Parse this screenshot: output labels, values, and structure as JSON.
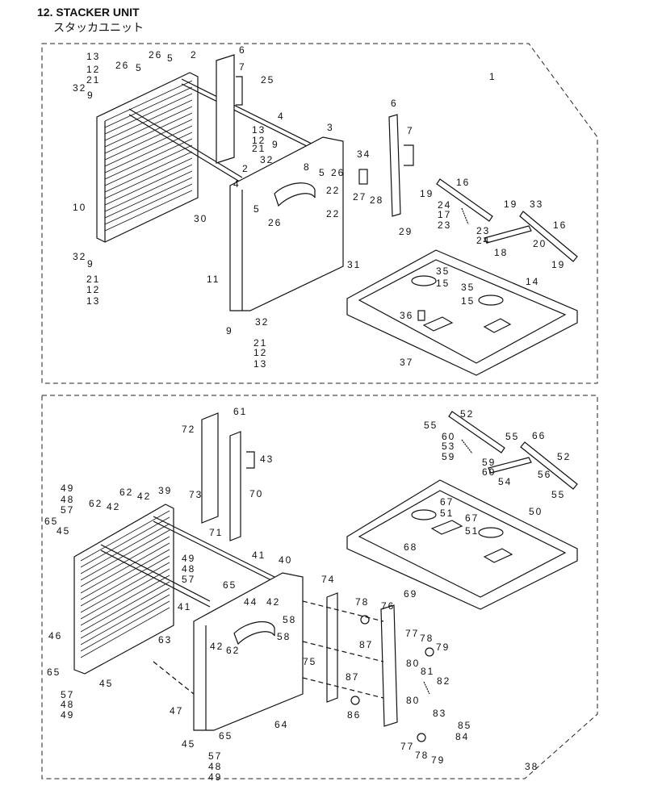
{
  "header": {
    "title": "12. STACKER UNIT",
    "subtitle": "スタッカユニット"
  },
  "top_group": {
    "group_callout": "1",
    "callouts": [
      "13",
      "12",
      "21",
      "32",
      "9",
      "26",
      "5",
      "26",
      "5",
      "2",
      "6",
      "7",
      "25",
      "4",
      "3",
      "13",
      "12",
      "21",
      "9",
      "32",
      "2",
      "8",
      "5",
      "26",
      "4",
      "22",
      "22",
      "5",
      "26",
      "10",
      "30",
      "11",
      "6",
      "7",
      "34",
      "27",
      "28",
      "29",
      "16",
      "19",
      "24",
      "17",
      "23",
      "23",
      "24",
      "18",
      "19",
      "33",
      "20",
      "16",
      "19",
      "31",
      "35",
      "15",
      "35",
      "15",
      "14",
      "36",
      "37",
      "32",
      "9",
      "21",
      "12",
      "13",
      "9",
      "32",
      "21",
      "12",
      "13"
    ]
  },
  "bottom_group": {
    "group_callout": "38",
    "callouts": [
      "61",
      "72",
      "43",
      "70",
      "73",
      "71",
      "49",
      "48",
      "57",
      "65",
      "45",
      "62",
      "42",
      "62",
      "42",
      "39",
      "41",
      "40",
      "49",
      "48",
      "57",
      "65",
      "42",
      "44",
      "42",
      "62",
      "58",
      "58",
      "41",
      "74",
      "78",
      "87",
      "76",
      "77",
      "78",
      "79",
      "80",
      "81",
      "82",
      "80",
      "83",
      "85",
      "84",
      "75",
      "87",
      "86",
      "63",
      "47",
      "46",
      "64",
      "65",
      "45",
      "57",
      "48",
      "49",
      "45",
      "65",
      "57",
      "48",
      "49",
      "77",
      "78",
      "79",
      "52",
      "55",
      "60",
      "53",
      "59",
      "59",
      "60",
      "55",
      "66",
      "52",
      "54",
      "56",
      "55",
      "67",
      "51",
      "50",
      "67",
      "51",
      "68",
      "69"
    ]
  }
}
